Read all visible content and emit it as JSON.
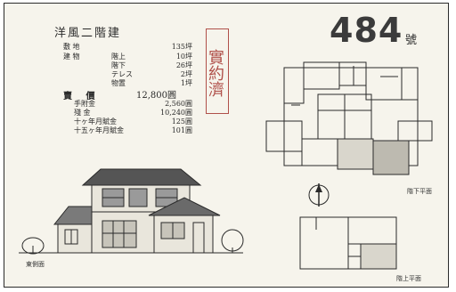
{
  "card": {
    "title": "洋風二階建",
    "number": "484",
    "number_suffix": "號",
    "stamp_text": "實約濟",
    "specs": [
      {
        "label": "敷 地",
        "sub": "",
        "value": "135坪"
      },
      {
        "label": "建 物",
        "sub": "階上",
        "value": "10坪"
      },
      {
        "label": "",
        "sub": "階下",
        "value": "26坪"
      },
      {
        "label": "",
        "sub": "テレス",
        "value": "2坪"
      },
      {
        "label": "",
        "sub": "物置",
        "value": "1坪"
      }
    ],
    "price_label": "賣 價",
    "price_value": "12,800圓",
    "price_breakdown": [
      {
        "label": "手附金",
        "value": "2,560圓"
      },
      {
        "label": "殘 金",
        "value": "10,240圓"
      },
      {
        "label": "十ヶ年月賦金",
        "value": "125圓"
      },
      {
        "label": "十五ヶ年月賦金",
        "value": "101圓"
      }
    ],
    "captions": {
      "elevation": "東側面",
      "ground_floor": "階下平面",
      "upper_floor": "階上平面"
    }
  }
}
